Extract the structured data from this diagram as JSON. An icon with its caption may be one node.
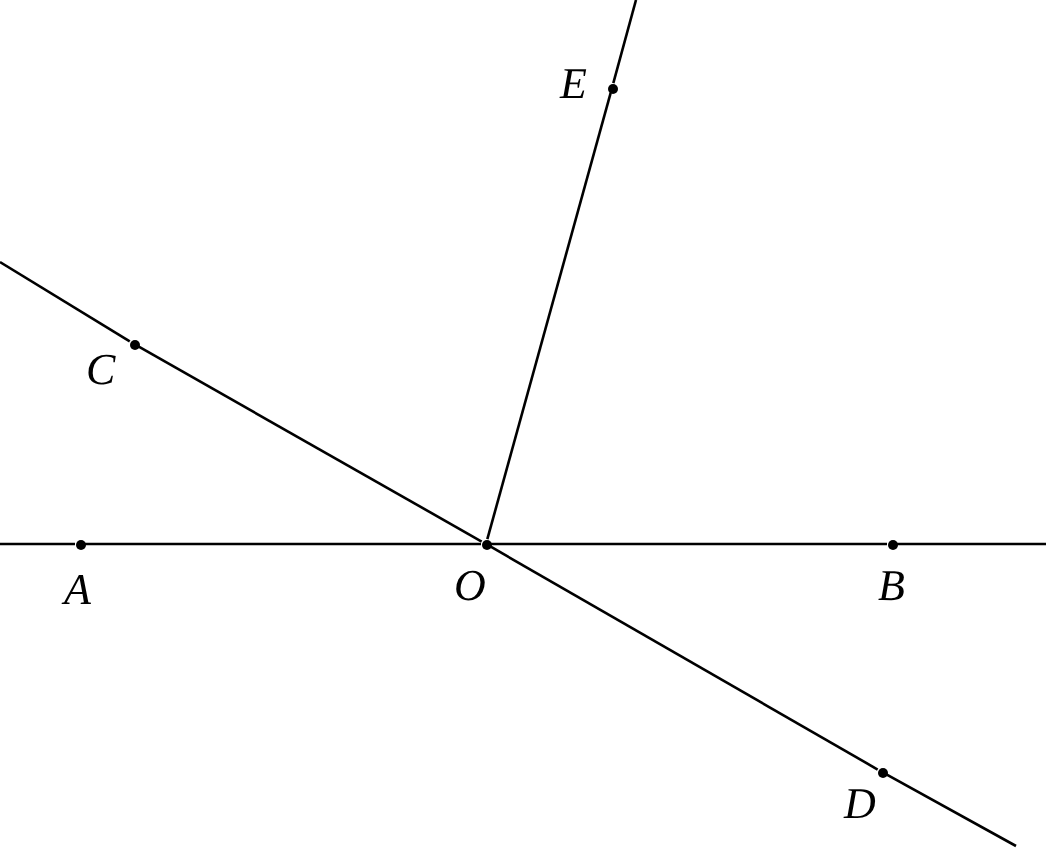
{
  "diagram": {
    "nodes": [
      {
        "text": [],
        "shape": "circle",
        "beside": [
          "A"
        ]
      },
      {
        "text": [],
        "shape": "circle",
        "beside": [
          "O"
        ]
      },
      {
        "text": [],
        "shape": "circle",
        "beside": [
          "B"
        ]
      },
      {
        "text": [],
        "shape": "circle",
        "beside": [
          "C"
        ]
      },
      {
        "text": [],
        "shape": "circle",
        "beside": [
          "D"
        ]
      },
      {
        "text": [],
        "shape": "circle",
        "beside": [
          "E"
        ]
      }
    ],
    "edges": [
      {
        "from": null,
        "to": 0,
        "arrow": "none"
      },
      {
        "from": 0,
        "to": 1,
        "arrow": "none"
      },
      {
        "from": 1,
        "to": 2,
        "arrow": "none"
      },
      {
        "from": 2,
        "to": null,
        "arrow": "none"
      },
      {
        "from": null,
        "to": 3,
        "arrow": "none"
      },
      {
        "from": 3,
        "to": 1,
        "arrow": "none"
      },
      {
        "from": 1,
        "to": 4,
        "arrow": "none"
      },
      {
        "from": 4,
        "to": null,
        "arrow": "none"
      },
      {
        "from": 1,
        "to": 5,
        "arrow": "none"
      },
      {
        "from": 5,
        "to": null,
        "arrow": "none"
      }
    ]
  }
}
